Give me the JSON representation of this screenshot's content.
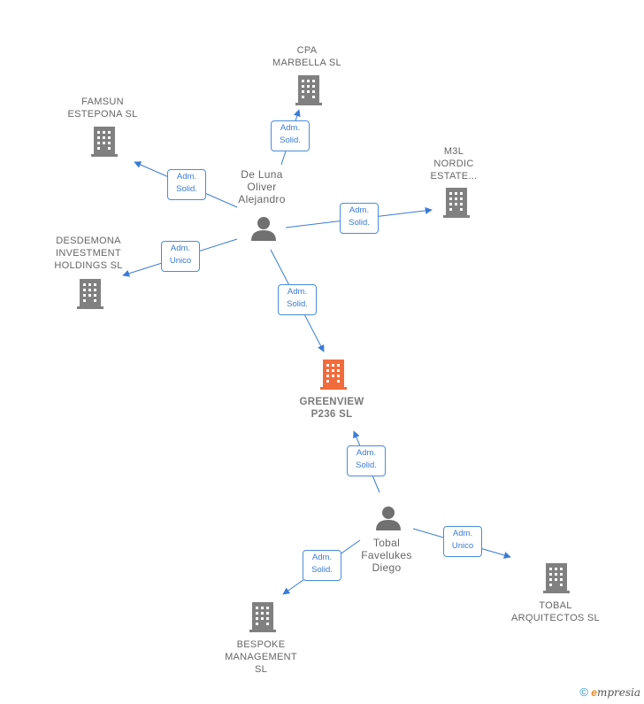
{
  "nodes": {
    "cpa_marbella": {
      "label": "CPA\nMARBELLA  SL"
    },
    "famsun_estepona": {
      "label": "FAMSUN\nESTEPONA  SL"
    },
    "m3l_nordic": {
      "label": "M3L\nNORDIC\nESTATE..."
    },
    "desdemona": {
      "label": "DESDEMONA\nINVESTMENT\nHOLDINGS SL"
    },
    "de_luna": {
      "label": "De Luna\nOliver\nAlejandro"
    },
    "greenview": {
      "label": "GREENVIEW\nP236  SL"
    },
    "tobal_diego": {
      "label": "Tobal\nFavelukes\nDiego"
    },
    "bespoke": {
      "label": "BESPOKE\nMANAGEMENT\nSL"
    },
    "tobal_arq": {
      "label": "TOBAL\nARQUITECTOS SL"
    }
  },
  "edges": [
    {
      "line1": "Adm.",
      "line2": "Solid."
    },
    {
      "line1": "Adm.",
      "line2": "Solid."
    },
    {
      "line1": "Adm.",
      "line2": "Solid."
    },
    {
      "line1": "Adm.",
      "line2": "Unico"
    },
    {
      "line1": "Adm.",
      "line2": "Solid."
    },
    {
      "line1": "Adm.",
      "line2": "Solid."
    },
    {
      "line1": "Adm.",
      "line2": "Solid."
    },
    {
      "line1": "Adm.",
      "line2": "Unico"
    }
  ],
  "colors": {
    "building": "#808080",
    "building_main": "#f26b3a",
    "person": "#707070",
    "edge": "#3a7bd5"
  },
  "footer": {
    "copyright_symbol": "©",
    "brand_initial": "e",
    "brand_rest": "mpresia"
  }
}
